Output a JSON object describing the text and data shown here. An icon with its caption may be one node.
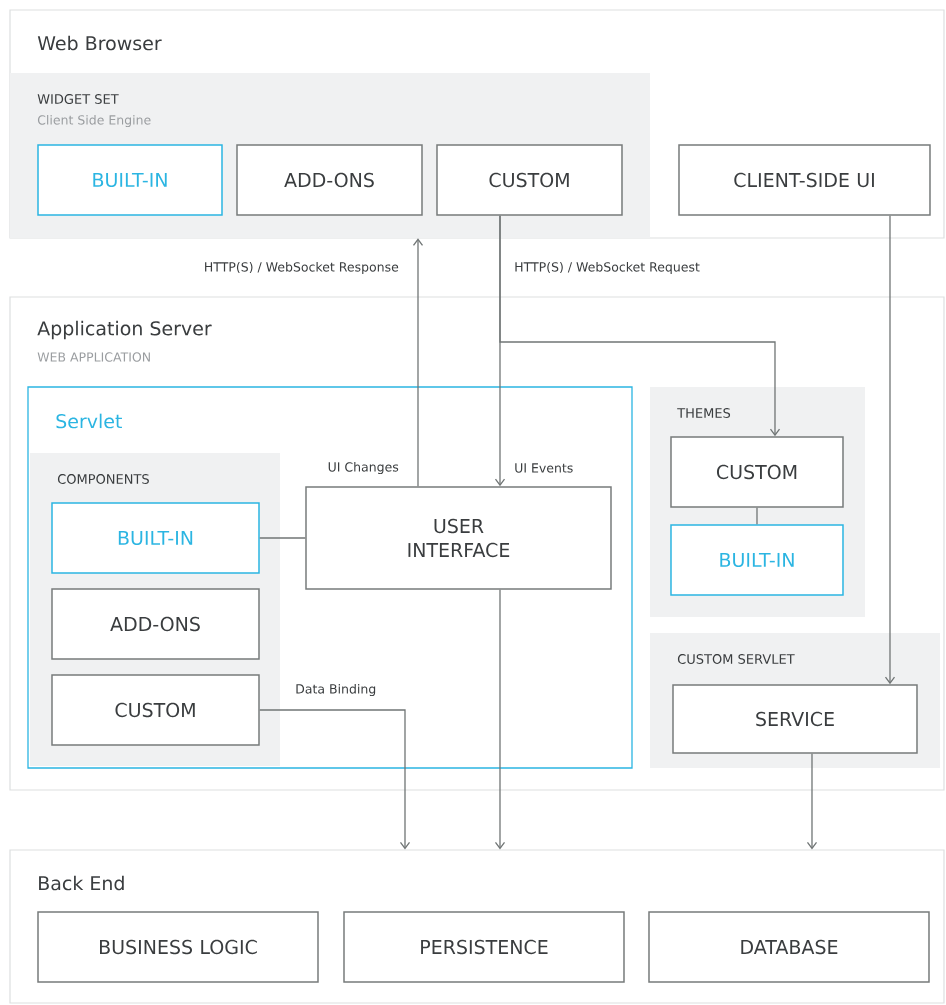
{
  "diagram": {
    "nodes": [
      {
        "text": [
          "Web Browser"
        ]
      },
      {
        "text": [
          "WIDGET SET",
          "Client Side Engine"
        ],
        "in": 0
      },
      {
        "text": [
          "BUILT-IN"
        ],
        "in": 1
      },
      {
        "text": [
          "ADD-ONS"
        ],
        "in": 1
      },
      {
        "text": [
          "CUSTOM"
        ],
        "in": 1
      },
      {
        "text": [
          "CLIENT-SIDE UI"
        ],
        "in": 0
      },
      {
        "text": [
          "Application Server",
          "WEB APPLICATION"
        ]
      },
      {
        "text": [
          "Servlet"
        ],
        "in": 6
      },
      {
        "text": [
          "COMPONENTS"
        ],
        "in": 7
      },
      {
        "text": [
          "BUILT-IN"
        ],
        "in": 8
      },
      {
        "text": [
          "ADD-ONS"
        ],
        "in": 8
      },
      {
        "text": [
          "CUSTOM"
        ],
        "in": 8
      },
      {
        "text": [
          "USER INTERFACE"
        ],
        "in": 7
      },
      {
        "text": [
          "THEMES"
        ],
        "in": 6
      },
      {
        "text": [
          "CUSTOM"
        ],
        "in": 13
      },
      {
        "text": [
          "BUILT-IN"
        ],
        "in": 13
      },
      {
        "text": [
          "CUSTOM SERVLET"
        ],
        "in": 6
      },
      {
        "text": [
          "SERVICE"
        ],
        "in": 16
      },
      {
        "text": [
          "Back End"
        ]
      },
      {
        "text": [
          "BUSINESS LOGIC"
        ],
        "in": 18
      },
      {
        "text": [
          "PERSISTENCE"
        ],
        "in": 18
      },
      {
        "text": [
          "DATABASE"
        ],
        "in": 18
      }
    ],
    "edges": [
      {
        "from": 12,
        "to": 1,
        "arrow": "to",
        "label": "HTTP(S) / WebSocket Response"
      },
      {
        "from": 4,
        "to": 12,
        "arrow": "to",
        "label": "HTTP(S) / WebSocket Request"
      },
      {
        "from": 4,
        "to": 14,
        "arrow": "to"
      },
      {
        "from": 5,
        "to": 17,
        "arrow": "to"
      },
      {
        "from": 14,
        "to": 15,
        "arrow": "none"
      },
      {
        "from": 9,
        "to": 12,
        "arrow": "none"
      },
      {
        "from": 11,
        "to": 18,
        "arrow": "to",
        "label": "Data Binding"
      },
      {
        "from": 12,
        "to": 18,
        "arrow": "to"
      },
      {
        "from": 17,
        "to": 18,
        "arrow": "to"
      }
    ],
    "labels": [
      "UI Changes",
      "UI Events"
    ]
  }
}
